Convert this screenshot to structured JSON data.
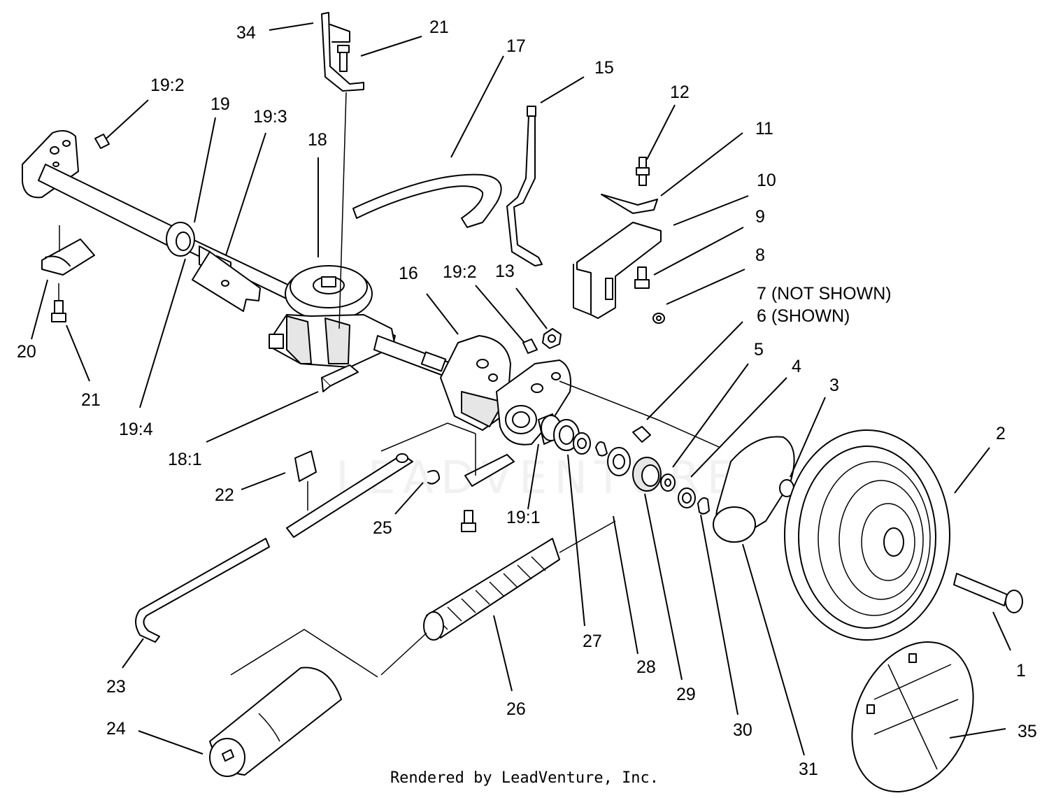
{
  "callouts": [
    {
      "id": "34",
      "label": "34"
    },
    {
      "id": "21-top",
      "label": "21"
    },
    {
      "id": "17",
      "label": "17"
    },
    {
      "id": "15",
      "label": "15"
    },
    {
      "id": "19-2-left",
      "label": "19:2"
    },
    {
      "id": "19",
      "label": "19"
    },
    {
      "id": "19-3",
      "label": "19:3"
    },
    {
      "id": "18",
      "label": "18"
    },
    {
      "id": "12",
      "label": "12"
    },
    {
      "id": "11",
      "label": "11"
    },
    {
      "id": "10",
      "label": "10"
    },
    {
      "id": "9",
      "label": "9"
    },
    {
      "id": "8",
      "label": "8"
    },
    {
      "id": "16",
      "label": "16"
    },
    {
      "id": "19-2-center",
      "label": "19:2"
    },
    {
      "id": "13",
      "label": "13"
    },
    {
      "id": "7",
      "label": "7 (NOT SHOWN)"
    },
    {
      "id": "6",
      "label": "6 (SHOWN)"
    },
    {
      "id": "5",
      "label": "5"
    },
    {
      "id": "4",
      "label": "4"
    },
    {
      "id": "3",
      "label": "3"
    },
    {
      "id": "2",
      "label": "2"
    },
    {
      "id": "20",
      "label": "20"
    },
    {
      "id": "21-left",
      "label": "21"
    },
    {
      "id": "19-4",
      "label": "19:4"
    },
    {
      "id": "18-1",
      "label": "18:1"
    },
    {
      "id": "22",
      "label": "22"
    },
    {
      "id": "25",
      "label": "25"
    },
    {
      "id": "19-1",
      "label": "19:1"
    },
    {
      "id": "27",
      "label": "27"
    },
    {
      "id": "28",
      "label": "28"
    },
    {
      "id": "29",
      "label": "29"
    },
    {
      "id": "30",
      "label": "30"
    },
    {
      "id": "31",
      "label": "31"
    },
    {
      "id": "1",
      "label": "1"
    },
    {
      "id": "35",
      "label": "35"
    },
    {
      "id": "23",
      "label": "23"
    },
    {
      "id": "24",
      "label": "24"
    },
    {
      "id": "26",
      "label": "26"
    }
  ],
  "watermark": "LEADVENTURE",
  "credit": "Rendered by LeadVenture, Inc."
}
